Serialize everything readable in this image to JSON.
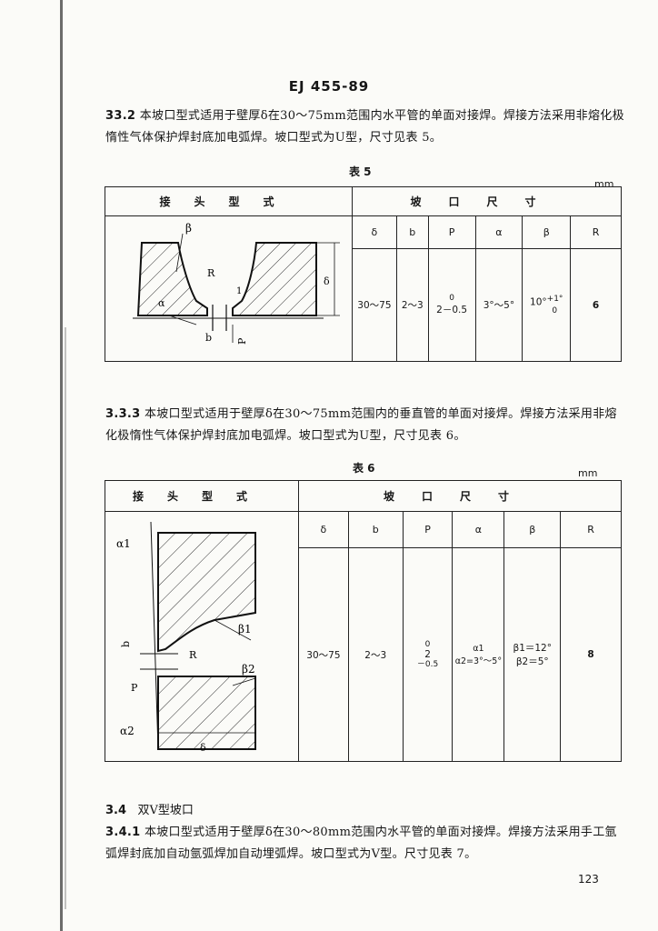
{
  "header": {
    "doc_code": "EJ 455-89"
  },
  "section_3_3_2": {
    "number": "33.2",
    "text": "本坡口型式适用于壁厚δ在30～75mm范围内水平管的单面对接焊。焊接方法采用非熔化极惰性气体保护焊封底加电弧焊。坡口型式为U型，尺寸见表 5。"
  },
  "table5": {
    "caption": "表 5",
    "unit": "mm",
    "col_joint": "接头型式",
    "col_groove": "坡口尺寸",
    "sub_headers": [
      "δ",
      "b",
      "P",
      "α",
      "β",
      "R"
    ],
    "values": {
      "delta": "30～75",
      "b": "2～3",
      "P_upper": "0",
      "P_main": "2－0.5",
      "alpha": "3°～5°",
      "beta_main": "10°",
      "beta_upper": "+1°",
      "beta_lower": "0",
      "R": "6"
    },
    "figure_labels": {
      "beta": "β",
      "R": "R",
      "one": "1",
      "alpha": "α",
      "b": "b",
      "P": "P",
      "delta": "δ"
    }
  },
  "section_3_3_3": {
    "number": "3.3.3",
    "text": "本坡口型式适用于壁厚δ在30～75mm范围内的垂直管的单面对接焊。焊接方法采用非熔化极惰性气体保护焊封底加电弧焊。坡口型式为U型，尺寸见表 6。"
  },
  "table6": {
    "caption": "表 6",
    "unit": "mm",
    "col_joint": "接头型式",
    "col_groove": "坡口尺寸",
    "sub_headers": [
      "δ",
      "b",
      "P",
      "α",
      "β",
      "R"
    ],
    "values": {
      "delta": "30～75",
      "b": "2～3",
      "P_upper": "0",
      "P_main": "2",
      "P_lower": "－0.5",
      "alpha_line1": "α1",
      "alpha_line2": "α2=3°～5°",
      "beta_line1": "β1＝12°",
      "beta_line2": "β2＝5°",
      "R": "8"
    },
    "figure_labels": {
      "alpha1": "α1",
      "beta1": "β1",
      "b": "b",
      "R": "R",
      "beta2": "β2",
      "P": "P",
      "alpha2": "α2",
      "delta": "δ"
    }
  },
  "section_3_4": {
    "number": "3.4",
    "title": "双V型坡口"
  },
  "section_3_4_1": {
    "number": "3.4.1",
    "text": "本坡口型式适用于壁厚δ在30～80mm范围内水平管的单面对接焊。焊接方法采用手工氩弧焊封底加自动氩弧焊加自动埋弧焊。坡口型式为V型。尺寸见表 7。"
  },
  "page_number": "123"
}
